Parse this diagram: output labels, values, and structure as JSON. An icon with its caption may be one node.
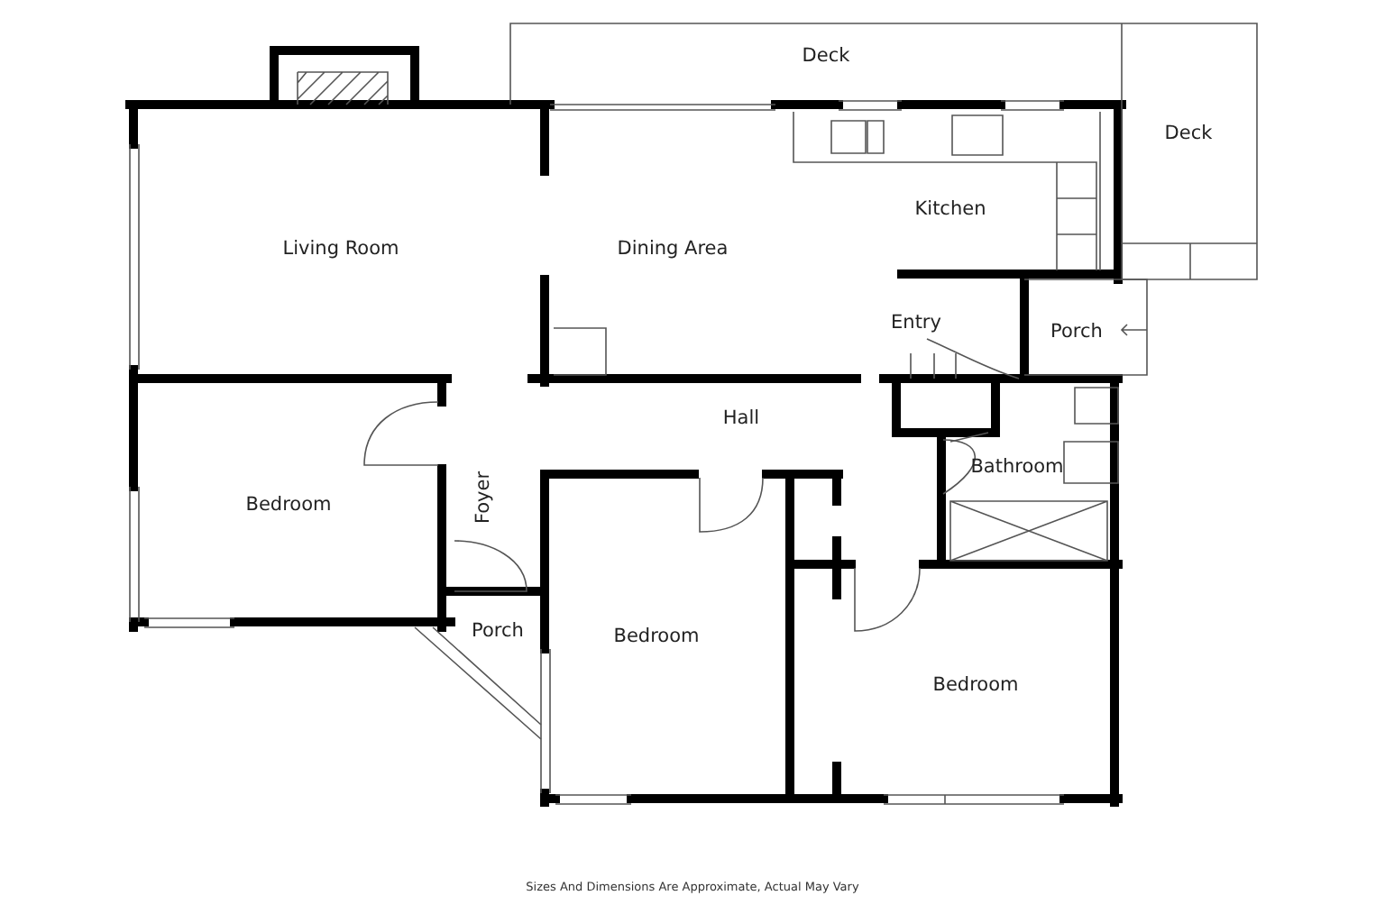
{
  "diagram": {
    "caption": "Sizes And Dimensions Are Approximate, Actual May Vary",
    "labels": [
      "Deck",
      "Deck",
      "Living Room",
      "Dining Area",
      "Kitchen",
      "Entry",
      "Porch",
      "Hall",
      "Bathroom",
      "Bedroom",
      "Foyer",
      "Bedroom",
      "Porch",
      "Bedroom"
    ]
  }
}
